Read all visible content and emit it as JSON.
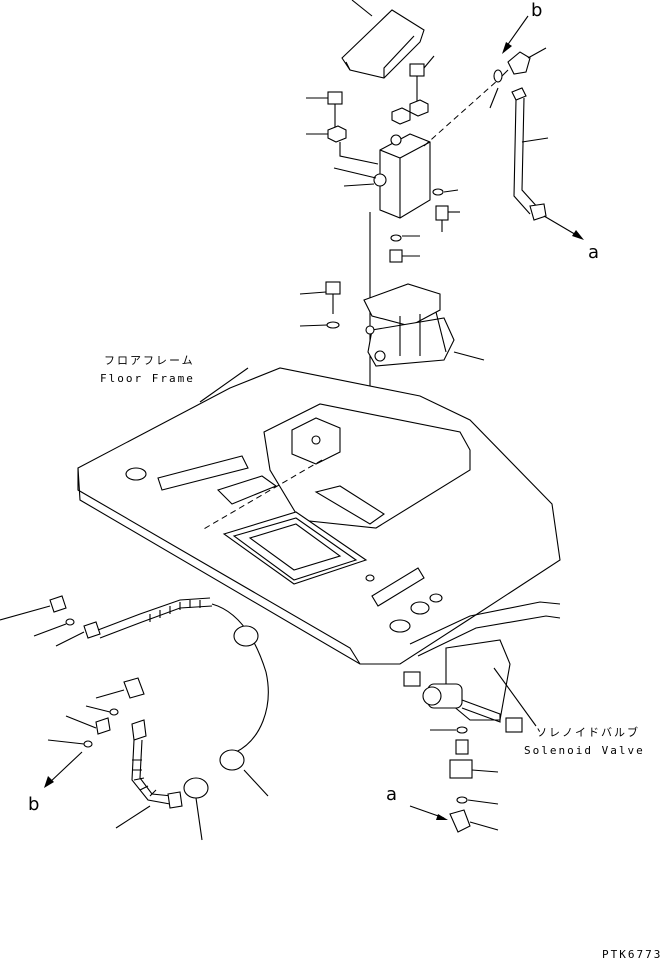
{
  "labels": {
    "arrow_b_top": "b",
    "arrow_a_right": "a",
    "arrow_b_left": "b",
    "arrow_a_bottom": "a",
    "floor_frame_jp": "フロアフレーム",
    "floor_frame_en": "Floor Frame",
    "solenoid_valve_jp": "ソレノイドバルブ",
    "solenoid_valve_en": "Solenoid Valve",
    "drawing_code": "PTK6773"
  }
}
